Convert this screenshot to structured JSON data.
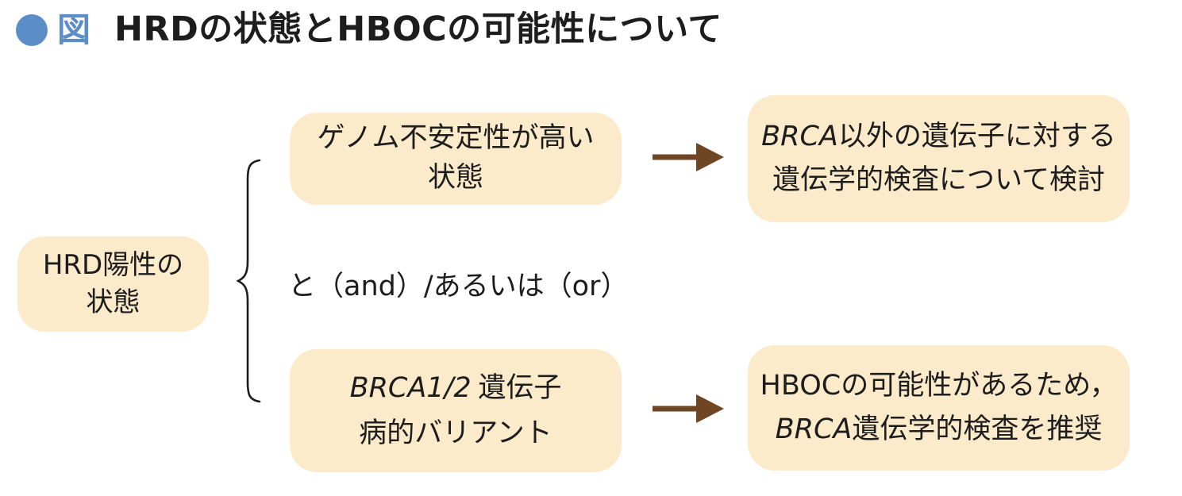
{
  "header": {
    "figure_label": "図",
    "title": "HRDの状態とHBOCの可能性について"
  },
  "icons": {
    "bullet": "filled-circle",
    "brace": "left-curly-brace",
    "arrow": "right-arrow"
  },
  "colors": {
    "box_fill": "#fcebcb",
    "accent_blue": "#5b8ec7",
    "arrow_brown": "#6e4624",
    "text": "#1d1d1d",
    "background": "#ffffff"
  },
  "flow": {
    "source_box": {
      "line1": "HRD陽性の",
      "line2": "状態"
    },
    "genome_box": {
      "line1": "ゲノム不安定性が高い",
      "line2": "状態"
    },
    "andor_text": "と（and）/あるいは（or）",
    "variant_box": {
      "gene": "BRCA1/2",
      "line1_rest": "遺伝子",
      "line2": "病的バリアント"
    },
    "nonbrca_box": {
      "gene": "BRCA",
      "line1_rest": "以外の遺伝子に対する",
      "line2": "遺伝学的検査について検討"
    },
    "hboc_box": {
      "line1": "HBOCの可能性があるため，",
      "gene": "BRCA",
      "line2_rest": "遺伝学的検査を推奨"
    }
  }
}
